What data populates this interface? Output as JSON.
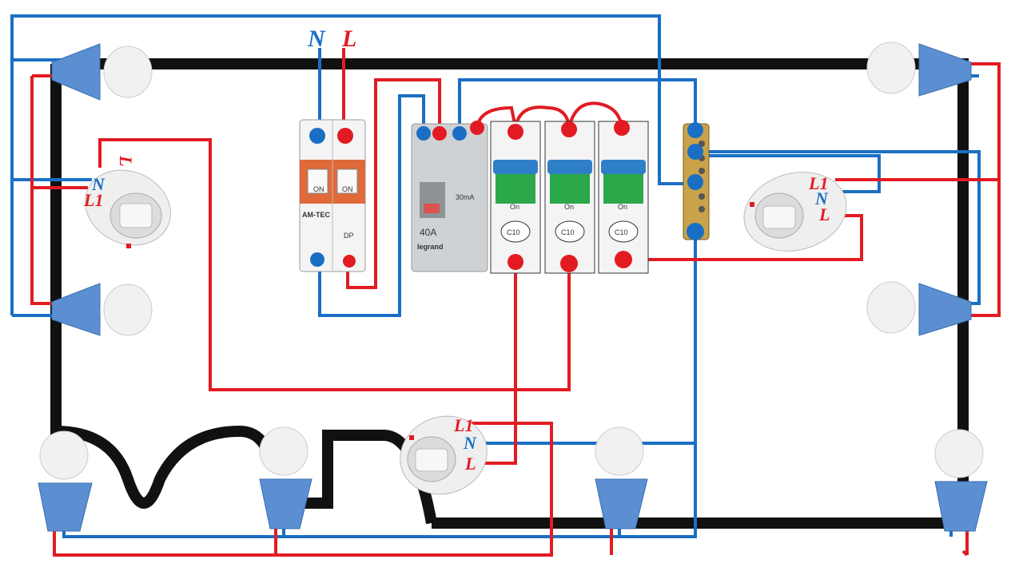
{
  "colors": {
    "live": "#e21b23",
    "neutral": "#1a6fc4",
    "frame": "#111111",
    "lamp_base": "#5b8fd1",
    "bulb": "#f1f1f1",
    "breaker_body": "#f4f4f4",
    "breaker_green": "#2aa84a",
    "breaker_blue": "#2f7fc8"
  },
  "supply_labels": {
    "neutral": "N",
    "live": "L"
  },
  "sensor_left": {
    "n": "N",
    "l1": "L1",
    "l": "L"
  },
  "sensor_right": {
    "l1": "L1",
    "n": "N",
    "l": "L"
  },
  "sensor_bottom": {
    "l1": "L1",
    "n": "N",
    "l": "L"
  },
  "main_switch": {
    "brand": "AM-TEC",
    "left_state": "ON",
    "right_state": "ON",
    "pole": "DP"
  },
  "rcd": {
    "sensitivity": "30mA",
    "rating": "40A",
    "brand": "legrand"
  },
  "mcbs": [
    {
      "state": "On",
      "rating": "C10"
    },
    {
      "state": "On",
      "rating": "C10"
    },
    {
      "state": "On",
      "rating": "C10"
    }
  ]
}
